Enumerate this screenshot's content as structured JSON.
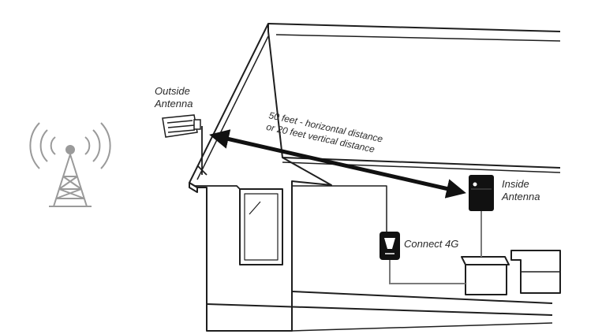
{
  "labels": {
    "outside_antenna": [
      "Outside",
      "Antenna"
    ],
    "inside_antenna": [
      "Inside",
      "Antenna"
    ],
    "booster": "Connect 4G",
    "distance": [
      "50 feet - horizontal distance",
      "or 20 feet vertical distance"
    ]
  },
  "icons": {
    "tower": "cell-tower-icon",
    "outside_antenna": "directional-antenna-icon",
    "inside_antenna": "panel-antenna-icon",
    "booster": "signal-booster-icon"
  },
  "colors": {
    "line": "#1e1e1e",
    "tower": "#9a9a9a",
    "device": "#111111",
    "label": "#2a2a2a"
  }
}
